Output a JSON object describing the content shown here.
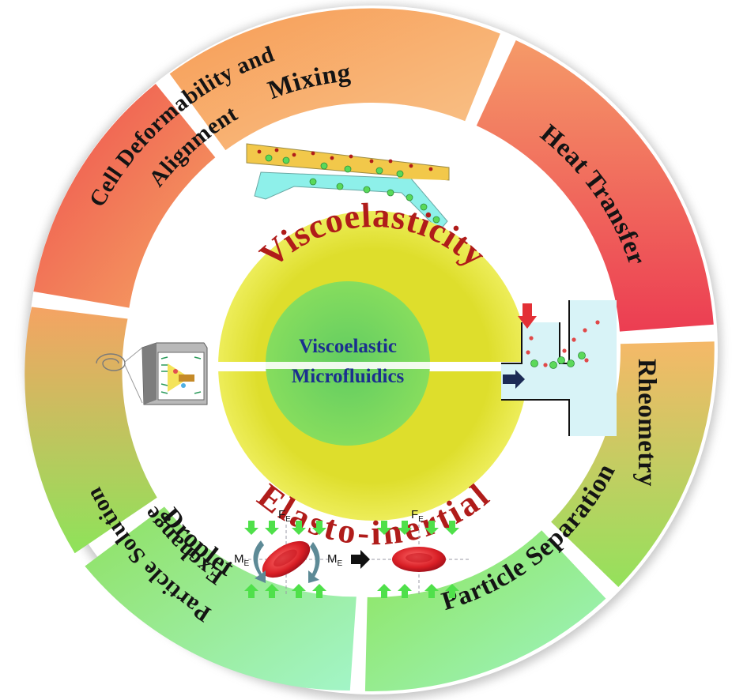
{
  "ring": {
    "segments": [
      {
        "id": "mixing",
        "label": "Mixing"
      },
      {
        "id": "heat-transfer",
        "label": "Heat Transfer"
      },
      {
        "id": "rheometry",
        "label": "Rheometry"
      },
      {
        "id": "droplet",
        "label": "Droplet"
      },
      {
        "id": "particle-separation",
        "label": "Particle Separation"
      },
      {
        "id": "particle-solution-exchange",
        "label_line1": "Particle Solution",
        "label_line2": "Exchange"
      },
      {
        "id": "cell-deformability",
        "label_line1": "Cell Deformability and",
        "label_line2": "Alignment"
      }
    ]
  },
  "core": {
    "top_label": "Viscoelasticity",
    "bottom_label": "Elasto-inertial",
    "center_line1": "Viscoelastic",
    "center_line2": "Microfluidics"
  },
  "illustration": {
    "force_label": "F",
    "force_sub": "E",
    "moment_label": "M",
    "moment_sub": "E"
  },
  "colors": {
    "ring_orange": "#f6a85a",
    "ring_red": "#ee4f4f",
    "ring_green": "#8fe25a",
    "ring_mint": "#9ef2c0",
    "core_yellow": "#e3e33a",
    "core_green": "#6fd36a",
    "label_red": "#b01c1a",
    "center_blue": "#1b2f8e"
  }
}
